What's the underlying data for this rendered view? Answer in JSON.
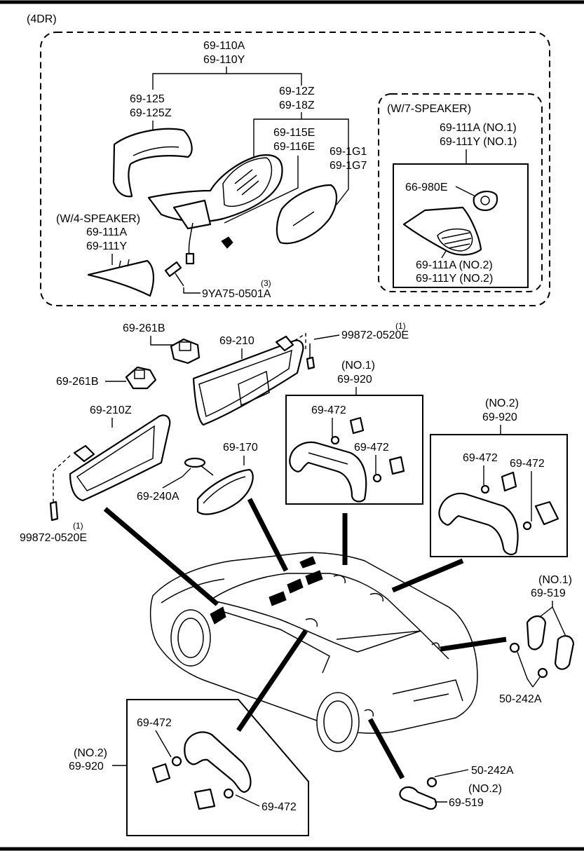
{
  "header": {
    "model": "(4DR)"
  },
  "door_mirror": {
    "assembly": [
      "69-110A",
      "69-110Y"
    ],
    "group": [
      "69-12Z",
      "69-18Z"
    ],
    "cover": [
      "69-125",
      "69-125Z"
    ],
    "body": [
      "69-115E",
      "69-116E"
    ],
    "glass": [
      "69-1G1",
      "69-1G7"
    ],
    "speaker4_title": "(W/4-SPEAKER)",
    "speaker4_parts": [
      "69-111A",
      "69-111Y"
    ],
    "screw_part": "9YA75-0501A",
    "screw_qty": "(3)",
    "speaker7_title": "(W/7-SPEAKER)",
    "speaker7_parts": [
      "69-111A (NO.1)",
      "69-111Y (NO.1)"
    ],
    "tweeter": "66-980E",
    "speaker7_parts2": [
      "69-111A (NO.2)",
      "69-111Y (NO.2)"
    ]
  },
  "sunvisor": {
    "holder_a": "69-261B",
    "holder_b": "69-261B",
    "visor_right": "69-210",
    "visor_left": "69-210Z",
    "screw_top": "99872-0520E",
    "screw_top_qty": "(1)",
    "screw_bottom": "99872-0520E",
    "screw_bottom_qty": "(1)",
    "inner_mirror": "69-170",
    "mirror_base": "69-240A"
  },
  "assist_grip": {
    "front_no": "(NO.1)",
    "front_part": "69-920",
    "front_cap_a": "69-472",
    "front_cap_b": "69-472",
    "rear_no": "(NO.2)",
    "rear_part": "69-920",
    "rear_cap_a": "69-472",
    "rear_cap_b": "69-472",
    "lower_no": "(NO.2)",
    "lower_part": "69-920",
    "lower_cap_a": "69-472",
    "lower_cap_b": "69-472"
  },
  "trunk": {
    "no1": "(NO.1)",
    "handle1": "69-519",
    "clip1": "50-242A",
    "clip2": "50-242A",
    "no2": "(NO.2)",
    "handle2": "69-519"
  }
}
